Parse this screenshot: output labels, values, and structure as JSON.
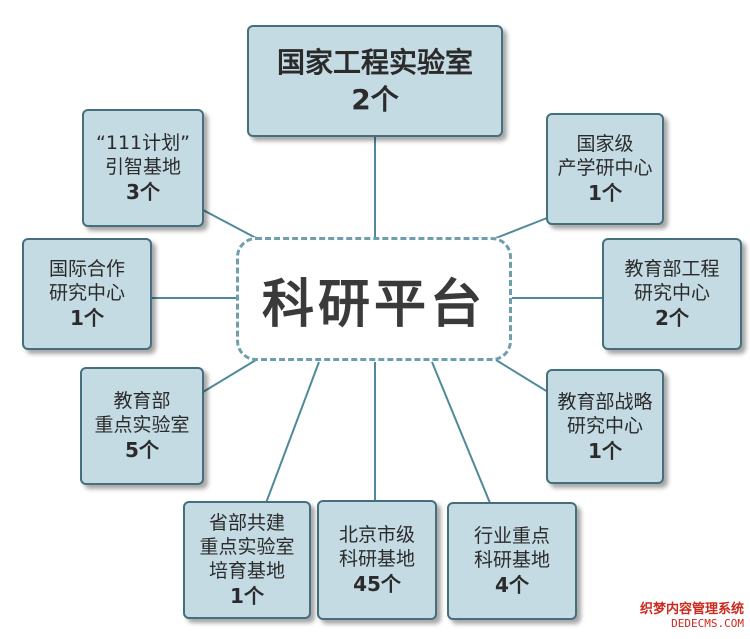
{
  "center": {
    "title": "科研平台"
  },
  "nodes": [
    {
      "id": "national-eng-lab",
      "lines": [
        "国家工程实验室"
      ],
      "count": "2个"
    },
    {
      "id": "national-iur-center",
      "lines": [
        "国家级",
        "产学研中心"
      ],
      "count": "1个"
    },
    {
      "id": "moe-eng-center",
      "lines": [
        "教育部工程",
        "研究中心"
      ],
      "count": "2个"
    },
    {
      "id": "moe-strategy-center",
      "lines": [
        "教育部战略",
        "研究中心"
      ],
      "count": "1个"
    },
    {
      "id": "industry-key-base",
      "lines": [
        "行业重点",
        "科研基地"
      ],
      "count": "4个"
    },
    {
      "id": "beijing-base",
      "lines": [
        "北京市级",
        "科研基地"
      ],
      "count": "45个"
    },
    {
      "id": "province-ministry-lab",
      "lines": [
        "省部共建",
        "重点实验室",
        "培育基地"
      ],
      "count": "1个"
    },
    {
      "id": "moe-key-lab",
      "lines": [
        "教育部",
        "重点实验室"
      ],
      "count": "5个"
    },
    {
      "id": "intl-coop-center",
      "lines": [
        "国际合作",
        "研究中心"
      ],
      "count": "1个"
    },
    {
      "id": "plan-111-base",
      "lines": [
        "“111计划”",
        "引智基地"
      ],
      "count": "3个"
    }
  ],
  "watermark": {
    "cn": "织梦内容管理系统",
    "en": "DEDECMS.COM"
  }
}
